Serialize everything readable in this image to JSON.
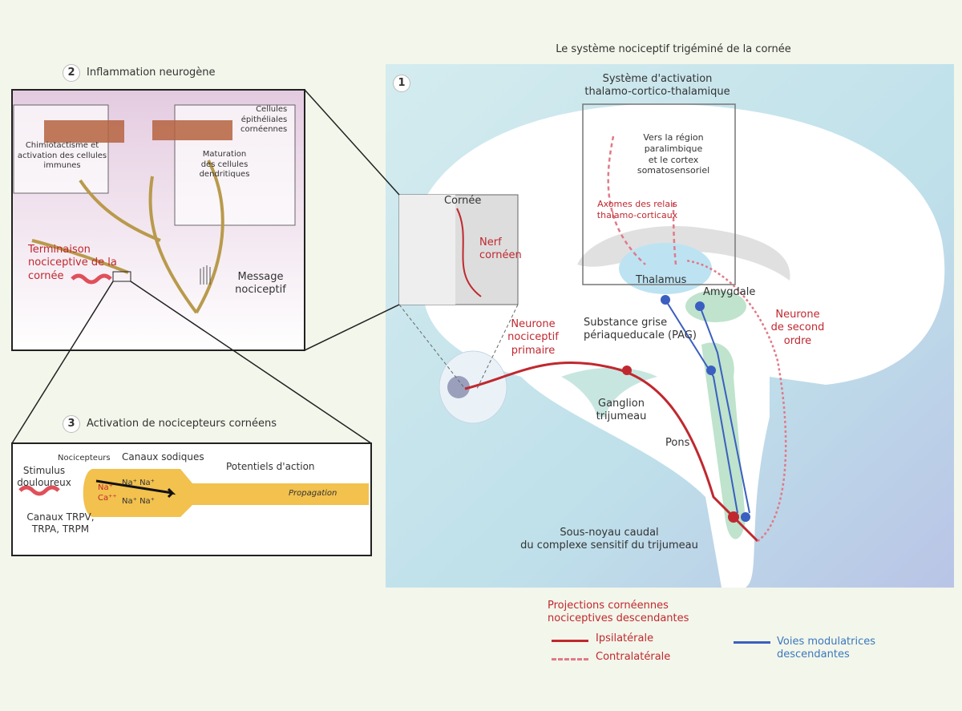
{
  "title": "Le système nociceptif trigéminé de la cornée",
  "panel1": {
    "number": "1",
    "activation_system": "Système d'activation\nthalamo-cortico-thalamique",
    "towards_region": "Vers la région\nparalimbique\net le cortex\nsomatosensoriel",
    "axons": "Axomes des relais\nthalamo-corticaux",
    "cornea": "Cornée",
    "corneal_nerve": "Nerf\ncornéen",
    "thalamus": "Thalamus",
    "amygdala": "Amygdale",
    "pag": "Substance grise\npériaqueducale (PAG)",
    "primary_neuron": "Neurone\nnociceptif\nprimaire",
    "second_neuron": "Neurone\nde second\nordre",
    "ganglion": "Ganglion\ntrijumeau",
    "pons": "Pons",
    "subnucleus": "Sous-noyau caudal\ndu complexe sensitif du trijumeau"
  },
  "panel2": {
    "number": "2",
    "title": "Inflammation neurogène",
    "epithelial": "Cellules\népithéliales\ncornéennes",
    "chemotaxis": "Chimiotactisme et\nactivation des cellules\nimmunes",
    "maturation": "Maturation\ndes cellules\ndendritiques",
    "ending": "Terminaison\nnociceptive de la\ncornée",
    "message": "Message\nnociceptif"
  },
  "panel3": {
    "number": "3",
    "title": "Activation de nocicepteurs cornéens",
    "nociceptors": "Nocicepteurs",
    "sodium": "Canaux sodiques",
    "action": "Potentiels d'action",
    "stimulus": "Stimulus\ndouloureux",
    "trp": "Canaux TRPV,\nTRPA, TRPM",
    "ions_in": "Na⁺\nCa⁺⁺",
    "na": "Na⁺ Na⁺",
    "propagation": "Propagation"
  },
  "legend": {
    "heading": "Projections cornéennes\nnociceptives descendantes",
    "ipsi": "Ipsilatérale",
    "contra": "Contralatérale",
    "modulatory": "Voies modulatrices\ndescendantes",
    "colors": {
      "ipsi": "#c0282f",
      "contra": "#e07a88",
      "modulatory": "#3a5fc0"
    }
  }
}
